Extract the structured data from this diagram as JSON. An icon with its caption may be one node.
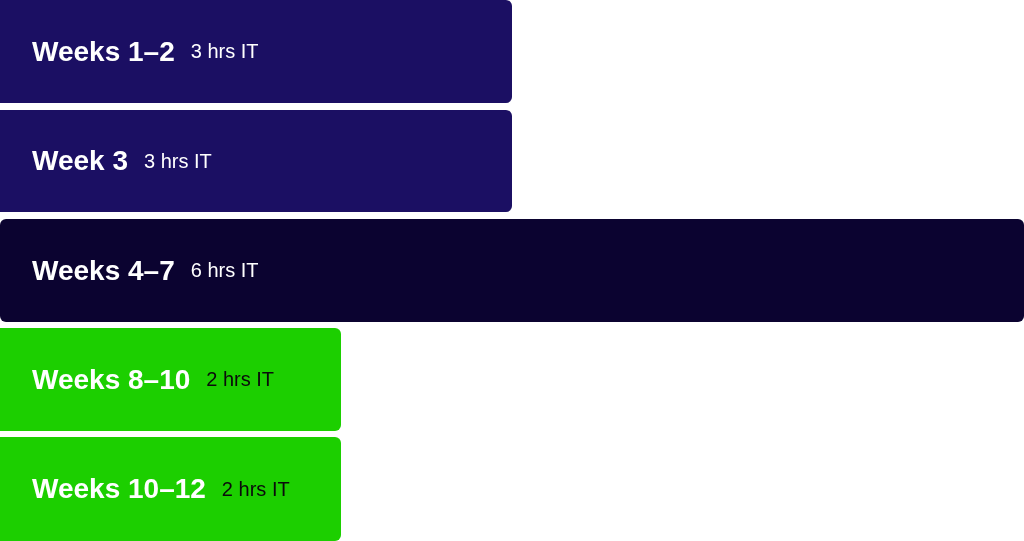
{
  "diagram": {
    "nodes": [
      {
        "text": [
          "Weeks 1–2",
          "3 hrs IT"
        ]
      },
      {
        "text": [
          "Week 3",
          "3 hrs IT"
        ]
      },
      {
        "text": [
          "Weeks 4–7",
          "6 hrs IT"
        ]
      },
      {
        "text": [
          "Weeks 8–10",
          "2 hrs IT"
        ]
      },
      {
        "text": [
          "Weeks 10–12",
          "2 hrs IT"
        ]
      }
    ]
  }
}
